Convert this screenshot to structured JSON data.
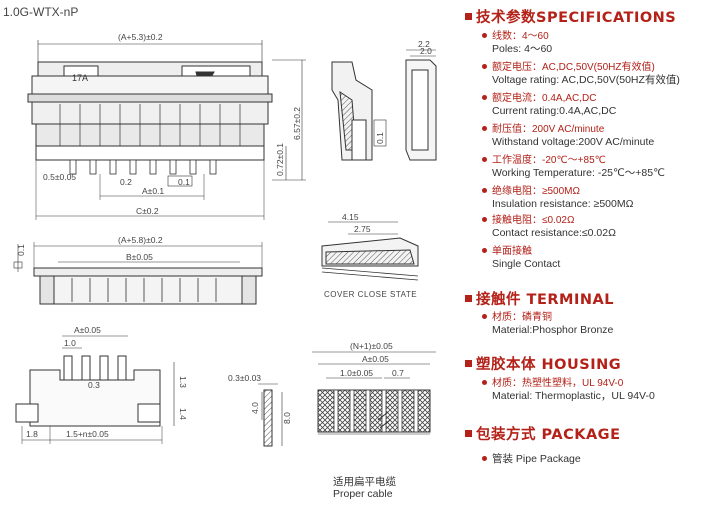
{
  "model": "1.0G-WTX-nP",
  "specifications": {
    "title": "技术参数SPECIFICATIONS",
    "items": [
      {
        "cn": "线数：4～60",
        "en": "Poles: 4～60"
      },
      {
        "cn": "额定电压：AC,DC,50V(50HZ有效值)",
        "en": "Voltage rating: AC,DC,50V(50HZ有效值)"
      },
      {
        "cn": "额定电流：0.4A,AC,DC",
        "en": "Current rating:0.4A,AC,DC"
      },
      {
        "cn": "耐压值：200V AC/minute",
        "en": "Withstand voltage:200V AC/minute"
      },
      {
        "cn": "工作温度：-20℃～+85℃",
        "en": "Working Temperature: -25℃～+85℃"
      },
      {
        "cn": "绝缘电阻：≥500MΩ",
        "en": "Insulation resistance: ≥500MΩ"
      },
      {
        "cn": "接触电阻：≤0.02Ω",
        "en": "Contact resistance:≤0.02Ω"
      },
      {
        "cn": "单面接触",
        "en": "Single Contact"
      }
    ]
  },
  "terminal": {
    "title": "接触件 TERMINAL",
    "cn": "材质：磷青铜",
    "en": "Material:Phosphor Bronze"
  },
  "housing": {
    "title": "塑胶本体 HOUSING",
    "cn": "材质：热塑性塑料，UL 94V-0",
    "en": "Material: Thermoplastic，UL 94V-0"
  },
  "package": {
    "title": "包装方式 PACKAGE",
    "text": "管装 Pipe Package"
  },
  "drawing": {
    "top_a53": "(A+5.3)±0.2",
    "label_17a": "17A",
    "dim_657": "6.57±0.2",
    "dim_072": "0.72±0.1",
    "dim_05": "0.5±0.05",
    "dim_02": "0.2",
    "dim_01": "0.1",
    "dim_a": "A±0.1",
    "dim_c": "C±0.2",
    "side_22": "2.2",
    "side_20": "2.0",
    "side_01": "0.1",
    "mid_a58": "(A+5.8)±0.2",
    "mid_b": "B±0.05",
    "mid_01": "0.1",
    "cover_415": "4.15",
    "cover_275": "2.75",
    "cover_state": "COVER CLOSE STATE",
    "fp_a": "A±0.05",
    "fp_10": "1.0",
    "fp_03": "0.3",
    "fp_13": "1.3",
    "fp_14": "1.4",
    "fp_18": "1.8",
    "fp_15n": "1.5+n±0.05",
    "cab_03": "0.3±0.03",
    "cab_40": "4.0",
    "cab_80": "8.0",
    "cab_n1": "(N+1)±0.05",
    "cab_a": "A±0.05",
    "cab_10": "1.0±0.05",
    "cab_07": "0.7",
    "cable_cn": "适用扁平电缆",
    "cable_en": "Proper cable"
  }
}
